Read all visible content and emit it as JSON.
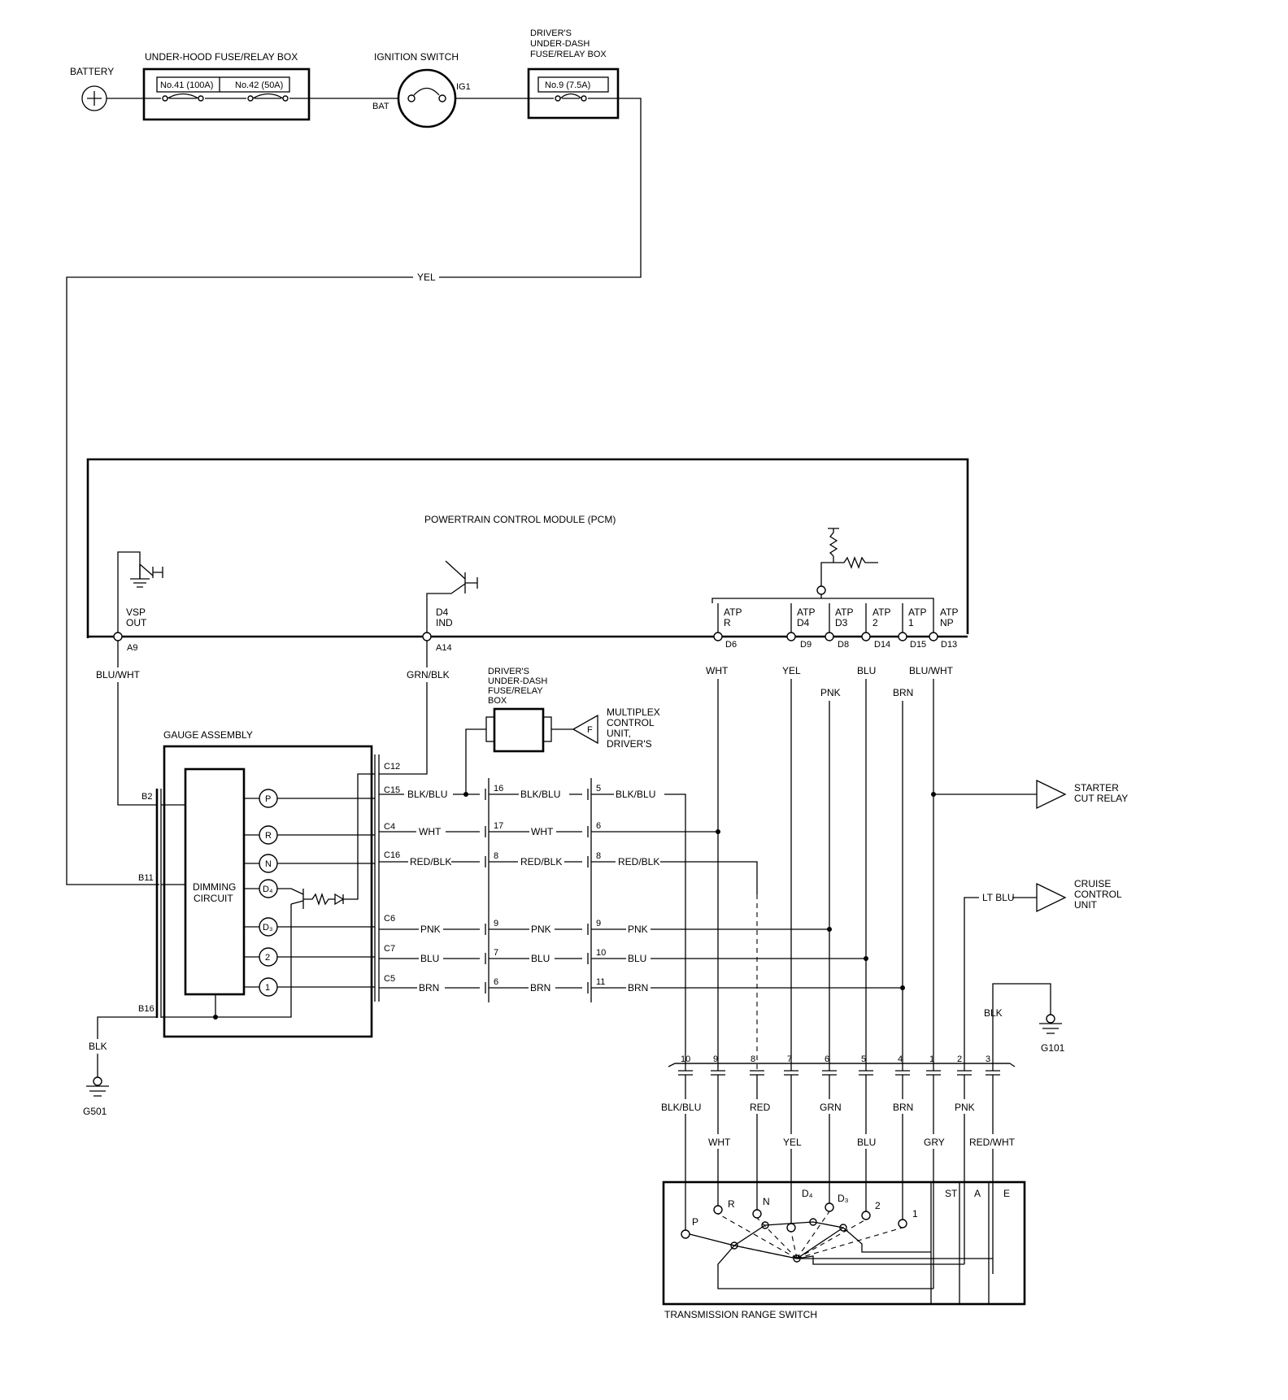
{
  "labels": {
    "battery": "BATTERY",
    "underhood_box": "UNDER-HOOD FUSE/RELAY BOX",
    "fuse41": "No.41 (100A)",
    "fuse42": "No.42 (50A)",
    "ignition_switch": "IGNITION SWITCH",
    "bat": "BAT",
    "ig1": "IG1",
    "drivers_box_top": [
      "DRIVER'S",
      "UNDER-DASH",
      "FUSE/RELAY BOX"
    ],
    "fuse9": "No.9 (7.5A)",
    "yel_top": "YEL",
    "pcm_title": "POWERTRAIN CONTROL MODULE (PCM)",
    "vsp_out": [
      "VSP",
      "OUT"
    ],
    "a9": "A9",
    "d4_ind": [
      "D4",
      "IND"
    ],
    "a14": "A14",
    "atp_r": [
      "ATP",
      "R"
    ],
    "atp_d4": [
      "ATP",
      "D4"
    ],
    "atp_d3": [
      "ATP",
      "D3"
    ],
    "atp_2": [
      "ATP",
      "2"
    ],
    "atp_1": [
      "ATP",
      "1"
    ],
    "atp_np": [
      "ATP",
      "NP"
    ],
    "d6": "D6",
    "d9": "D9",
    "d8": "D8",
    "d14": "D14",
    "d15": "D15",
    "d13": "D13",
    "blu_wht_a9": "BLU/WHT",
    "grn_blk": "GRN/BLK",
    "wht_d6": "WHT",
    "yel_d9": "YEL",
    "pnk_d8": "PNK",
    "blu_d14": "BLU",
    "brn_d15": "BRN",
    "blu_wht_d13": "BLU/WHT",
    "drivers_box_mid": [
      "DRIVER'S",
      "UNDER-DASH",
      "FUSE/RELAY",
      "BOX"
    ],
    "multiplex": [
      "MULTIPLEX",
      "CONTROL",
      "UNIT,",
      "DRIVER'S"
    ],
    "multiplex_pin": "F",
    "gauge_assembly": "GAUGE ASSEMBLY",
    "dimming_circuit": [
      "DIMMING",
      "CIRCUIT"
    ],
    "ind_p": "P",
    "ind_r": "R",
    "ind_n": "N",
    "ind_d4": "D₄",
    "ind_d3": "D₃",
    "ind_2": "2",
    "ind_1": "1",
    "b2": "B2",
    "b11": "B11",
    "b16": "B16",
    "c12": "C12",
    "c15a": "C15",
    "c4": "C4",
    "c16": "C16",
    "c6": "C6",
    "c7": "C7",
    "c5": "C5",
    "blk_g501": "BLK",
    "g501": "G501",
    "starter_cut": [
      "STARTER",
      "CUT RELAY"
    ],
    "cruise": [
      "CRUISE",
      "CONTROL",
      "UNIT"
    ],
    "lt_blu": "LT BLU",
    "blk_g101": "BLK",
    "g101": "G101",
    "trs": "TRANSMISSION RANGE SWITCH",
    "trs_st": "ST",
    "trs_a": "A",
    "trs_e": "E",
    "trs_p": "P",
    "trs_r": "R",
    "trs_n": "N",
    "trs_d4": "D₄",
    "trs_d3": "D₃",
    "trs_2": "2",
    "trs_1": "1"
  },
  "bus_rows": [
    {
      "left": "BLK/BLU",
      "pin1": "16",
      "mid": "BLK/BLU",
      "pin2": "5",
      "right": "BLK/BLU"
    },
    {
      "left": "WHT",
      "pin1": "17",
      "mid": "WHT",
      "pin2": "6",
      "right": ""
    },
    {
      "left": "RED/BLK",
      "pin1": "8",
      "mid": "RED/BLK",
      "pin2": "8",
      "right": "RED/BLK"
    },
    {
      "left": "PNK",
      "pin1": "9",
      "mid": "PNK",
      "pin2": "9",
      "right": "PNK"
    },
    {
      "left": "BLU",
      "pin1": "7",
      "mid": "BLU",
      "pin2": "10",
      "right": "BLU"
    },
    {
      "left": "BRN",
      "pin1": "6",
      "mid": "BRN",
      "pin2": "11",
      "right": "BRN"
    }
  ],
  "connector_pins": [
    "10",
    "9",
    "8",
    "7",
    "6",
    "5",
    "4",
    "1",
    "2",
    "3"
  ],
  "trs_wires_top": [
    "BLK/BLU",
    "RED",
    "GRN",
    "BRN",
    "PNK"
  ],
  "trs_wires_bottom": [
    "WHT",
    "YEL",
    "BLU",
    "GRY",
    "RED/WHT"
  ]
}
